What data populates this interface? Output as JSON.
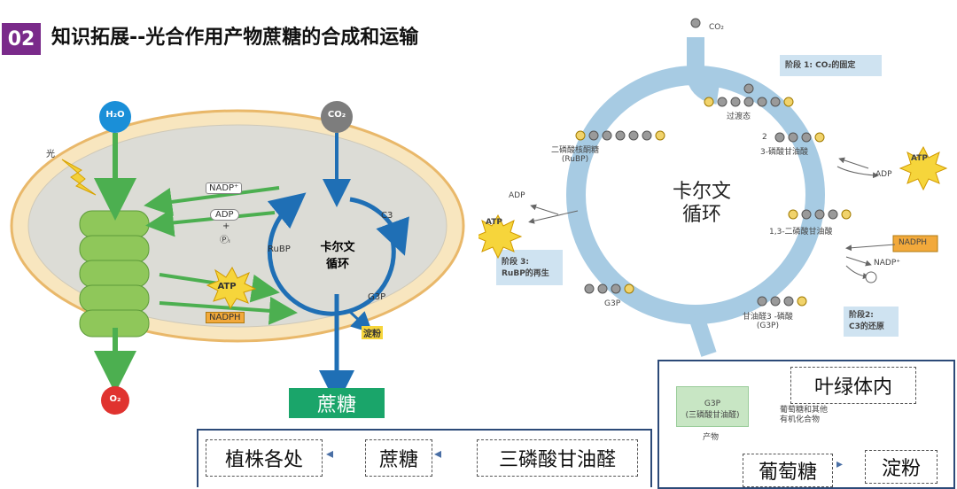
{
  "header": {
    "number": "02",
    "title": "知识拓展--光合作用产物蔗糖的合成和运输"
  },
  "left": {
    "h2o": "H₂O",
    "co2": "CO₂",
    "light": "光",
    "nadp_plus": "NADP⁺",
    "adp": "ADP",
    "plus": "+",
    "pi": "Ⓟᵢ",
    "atp": "ATP",
    "nadph": "NADPH",
    "c3": "C3",
    "rubp": "RuBP",
    "g3p": "G3P",
    "cycle_line1": "卡尔文",
    "cycle_line2": "循环",
    "starch": "淀粉",
    "o2": "O₂",
    "sucrose": "蔗糖"
  },
  "right": {
    "co2": "CO₂",
    "stage1": "阶段 1: CO₂的固定",
    "transition": "过渡态",
    "pga_count": "2",
    "pga": "3-磷酸甘油酸",
    "adp_top": "ADP",
    "atp": "ATP",
    "bpga": "1,3-二磷酸甘油酸",
    "nadph": "NADPH",
    "nadp_plus": "NADP⁺",
    "pi": "Ⓟᵢ",
    "stage2_line1": "阶段2:",
    "stage2_line2": "C3的还原",
    "g3p_label_line1": "甘油醛3 -磷酸",
    "g3p_label_line2": "(G3P)",
    "g3p_left": "G3P",
    "stage3_line1": "阶段 3:",
    "stage3_line2": "RuBP的再生",
    "adp_left": "ADP",
    "rubp_line1": "二磷酸核酮糖",
    "rubp_line2": "(RuBP)",
    "cycle_line1": "卡尔文",
    "cycle_line2": "循环",
    "g3p_box_line1": "G3P",
    "g3p_box_line2": "(三磷酸甘油醛)",
    "product": "产物",
    "glucose_note": "葡萄糖和其他有机化合物"
  },
  "flow": {
    "plant": "植株各处",
    "sucrose": "蔗糖",
    "triose": "三磷酸甘油醛",
    "chloroplast": "叶绿体内",
    "glucose": "葡萄糖",
    "starch": "淀粉"
  }
}
